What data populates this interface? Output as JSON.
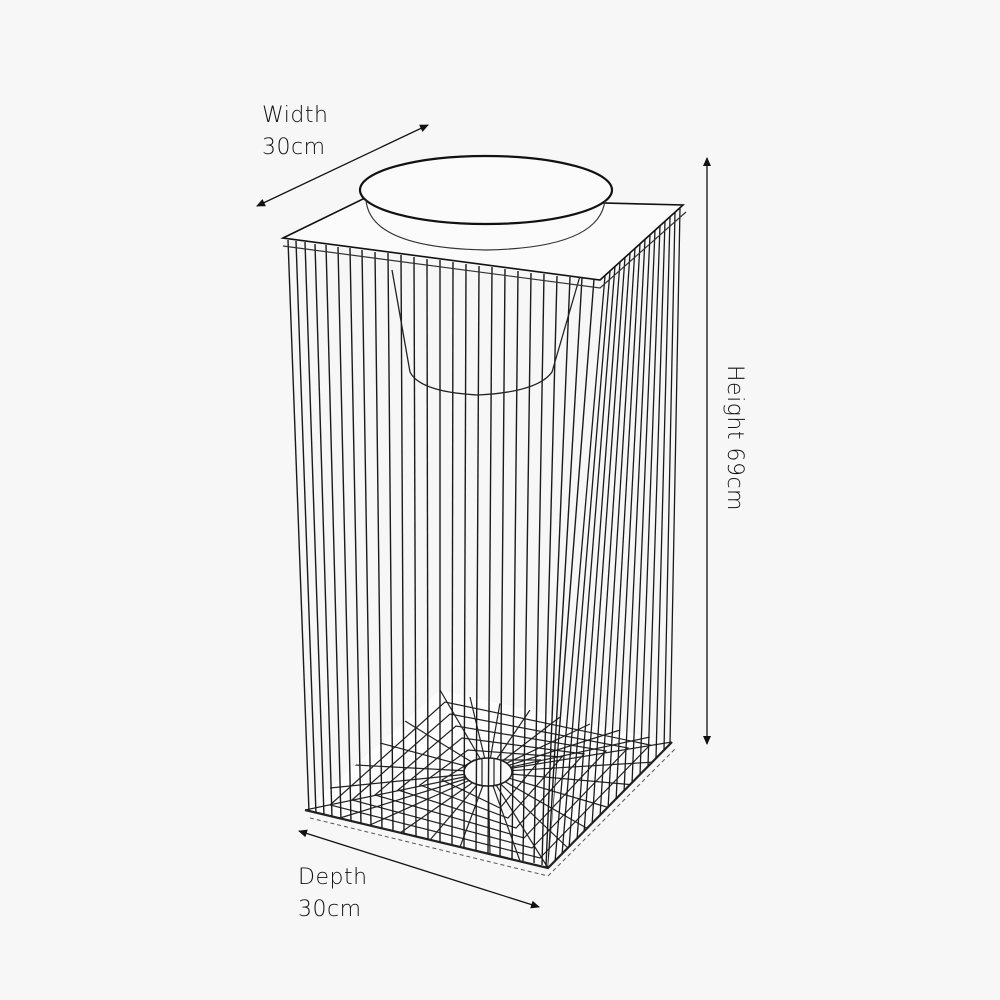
{
  "diagram": {
    "subject": "Wire plant stand with pot",
    "background_color": "#f7f7f7",
    "line_color": "#111111",
    "dimensions": {
      "width": {
        "name": "Width",
        "value": "30cm"
      },
      "height": {
        "name": "Height",
        "value": "69cm",
        "full": "Height 69cm"
      },
      "depth": {
        "name": "Depth",
        "value": "30cm"
      }
    }
  }
}
